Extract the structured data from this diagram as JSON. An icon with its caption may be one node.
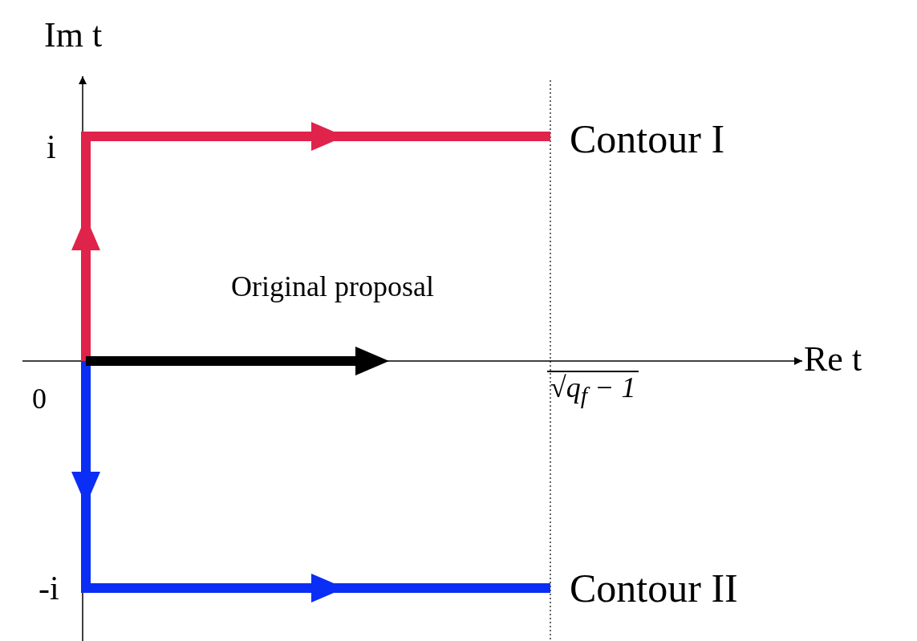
{
  "diagram": {
    "labels": [
      "Im t",
      "i",
      "Contour I",
      "Original proposal",
      "Re t",
      "0",
      "√q$_{f}$ − 1",
      "-i",
      "Contour II"
    ]
  }
}
